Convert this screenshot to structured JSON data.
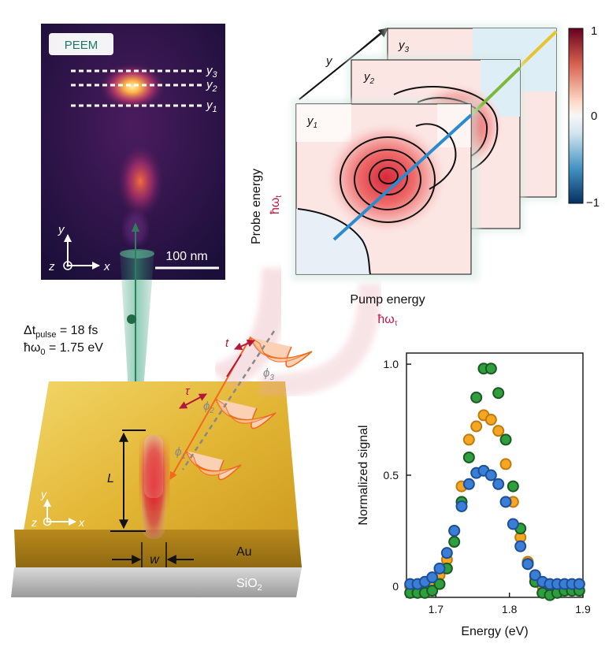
{
  "peem": {
    "label": "PEEM",
    "y_labels": [
      "y",
      "3",
      "y",
      "2",
      "y",
      "1"
    ],
    "axes": {
      "y": "y",
      "z": "z",
      "x": "x"
    },
    "scale_bar": "100 nm"
  },
  "pulse": {
    "dt_main": "Δt",
    "dt_sub": "pulse",
    "dt_val": " = 18 fs",
    "hw_main": "ħω",
    "hw_sub": "0",
    "hw_val": " = 1.75 eV"
  },
  "sample": {
    "L": "L",
    "w": "w",
    "au": "Au",
    "sio2_main": "SiO",
    "sio2_sub": "2",
    "axes": {
      "y": "y",
      "z": "z",
      "x": "x"
    }
  },
  "pulses": {
    "t": "t",
    "tau": "τ",
    "phi": "ϕ",
    "phi_subs": [
      "1",
      "2",
      "3"
    ]
  },
  "maps": {
    "y_axis": "y",
    "panel_labels": [
      "y",
      "1",
      "y",
      "2",
      "y",
      "3"
    ],
    "probe_label": "Probe energy",
    "probe_sym": "ħω",
    "probe_sub": "t",
    "pump_label": "Pump energy",
    "pump_sym": "ħω",
    "pump_sub": "τ",
    "colorbar_ticks": [
      "1",
      "0",
      "−1"
    ],
    "colors": {
      "high": "#b2182b",
      "mid": "#f7f7f7",
      "low": "#2166ac"
    }
  },
  "chart_data": {
    "type": "scatter",
    "xlabel": "Energy (eV)",
    "ylabel": "Normalized signal",
    "xlim": [
      1.66,
      1.9
    ],
    "ylim": [
      -0.05,
      1.05
    ],
    "x_ticks": [
      "1.7",
      "1.8",
      "1.9"
    ],
    "y_ticks": [
      "0",
      "0.5",
      "1.0"
    ],
    "series": [
      {
        "color": "#f5a623",
        "x": [
          1.665,
          1.675,
          1.685,
          1.695,
          1.705,
          1.715,
          1.725,
          1.735,
          1.745,
          1.755,
          1.765,
          1.775,
          1.785,
          1.795,
          1.805,
          1.815,
          1.825,
          1.835,
          1.845,
          1.855,
          1.865,
          1.875,
          1.885,
          1.895
        ],
        "y": [
          0.0,
          0.0,
          0.01,
          0.02,
          0.05,
          0.12,
          0.25,
          0.45,
          0.66,
          0.72,
          0.77,
          0.75,
          0.7,
          0.55,
          0.38,
          0.22,
          0.11,
          0.04,
          0.0,
          -0.01,
          0.0,
          0.0,
          0.0,
          0.01
        ]
      },
      {
        "color": "#2e9e3e",
        "x": [
          1.665,
          1.675,
          1.685,
          1.695,
          1.705,
          1.715,
          1.725,
          1.735,
          1.745,
          1.755,
          1.765,
          1.775,
          1.785,
          1.795,
          1.805,
          1.815,
          1.825,
          1.835,
          1.845,
          1.855,
          1.865,
          1.875,
          1.885,
          1.895
        ],
        "y": [
          -0.03,
          -0.03,
          -0.03,
          -0.02,
          0.01,
          0.08,
          0.2,
          0.38,
          0.58,
          0.85,
          0.98,
          0.98,
          0.87,
          0.66,
          0.45,
          0.26,
          0.1,
          0.02,
          -0.03,
          -0.04,
          -0.03,
          -0.02,
          -0.02,
          -0.02
        ]
      },
      {
        "color": "#3a7fd5",
        "x": [
          1.665,
          1.675,
          1.685,
          1.695,
          1.705,
          1.715,
          1.725,
          1.735,
          1.745,
          1.755,
          1.765,
          1.775,
          1.785,
          1.795,
          1.805,
          1.815,
          1.825,
          1.835,
          1.845,
          1.855,
          1.865,
          1.875,
          1.885,
          1.895
        ],
        "y": [
          0.01,
          0.01,
          0.02,
          0.04,
          0.08,
          0.15,
          0.25,
          0.36,
          0.46,
          0.51,
          0.52,
          0.5,
          0.46,
          0.38,
          0.28,
          0.18,
          0.1,
          0.05,
          0.02,
          0.01,
          0.01,
          0.01,
          0.01,
          0.01
        ]
      }
    ]
  }
}
